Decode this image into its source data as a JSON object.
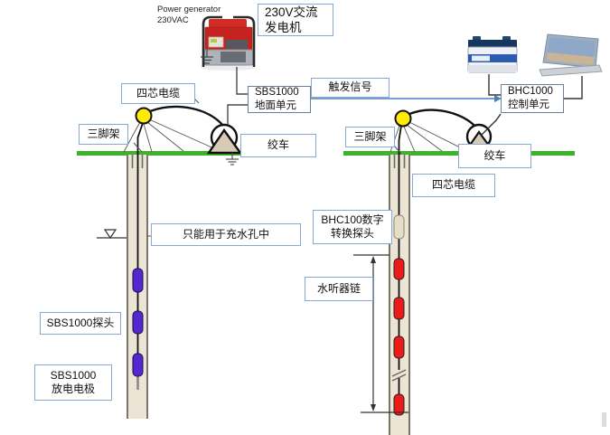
{
  "generator": {
    "caption": "Power generator\n230VAC"
  },
  "labels": {
    "generator_box": "230V交流\n发电机",
    "surface_unit": "SBS1000\n地面单元",
    "trigger_signal": "触发信号",
    "control_unit": "BHC1000\n控制单元",
    "cable_left": "四芯电缆",
    "tripod_left": "三脚架",
    "winch_left": "绞车",
    "tripod_right": "三脚架",
    "winch_right": "绞车",
    "cable_right": "四芯电缆",
    "digital_probe": "BHC100数字\n转换探头",
    "water_filled_note": "只能用于充水孔中",
    "hydrophone_chain": "水听器链",
    "sbs_probe": "SBS1000探头",
    "discharge_electrode": "SBS1000\n放电电极"
  },
  "colors": {
    "label_border": "#85a9d4",
    "ground_green": "#3db32a",
    "pulley_yellow": "#ffec00",
    "electrode_purple": "#5527d0",
    "hydrophone_red": "#ec1a1a",
    "borehole_beige": "#ece4d4",
    "trigger_blue": "#4a7ebb",
    "generator_red": "#c4231f"
  }
}
